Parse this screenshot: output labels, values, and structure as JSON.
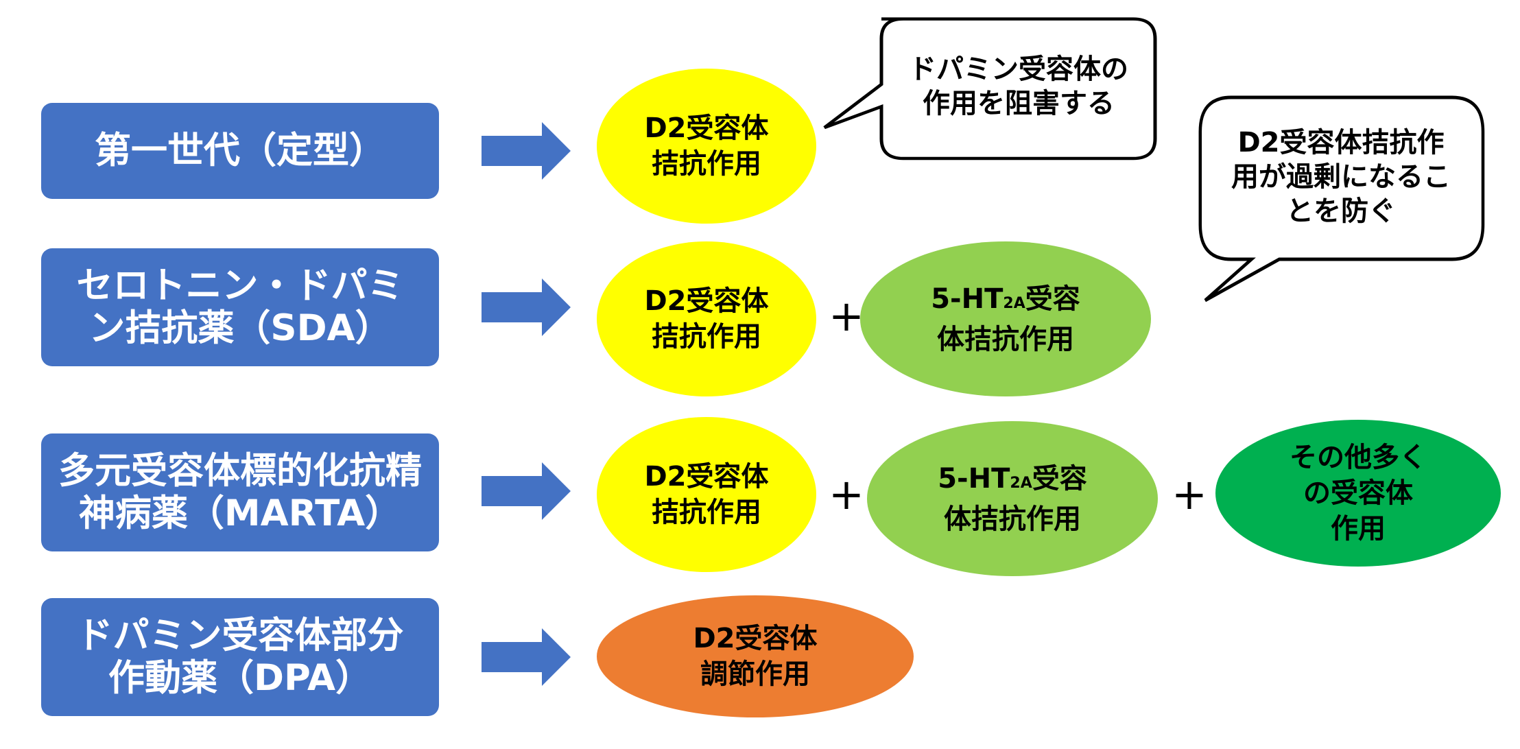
{
  "colors": {
    "category_bg": "#4472C4",
    "arrow": "#4472C4",
    "d2_block": "#FFFF00",
    "ht2a": "#92D050",
    "other": "#00B050",
    "dpa": "#ED7D31"
  },
  "rows": [
    {
      "category": "第一世代（定型）",
      "d2": "D2受容体\n拮抗作用"
    },
    {
      "category": "セロトニン・ドパミ\nン拮抗薬（SDA）",
      "d2": "D2受容体\n拮抗作用",
      "plus": "+",
      "ht2a": {
        "prefix": "5-HT",
        "sub": "2A",
        "suffix": "受容",
        "line2": "体拮抗作用"
      }
    },
    {
      "category": "多元受容体標的化抗精\n神病薬（MARTA）",
      "d2": "D2受容体\n拮抗作用",
      "plus": "+",
      "ht2a": {
        "prefix": "5-HT",
        "sub": "2A",
        "suffix": "受容",
        "line2": "体拮抗作用"
      },
      "plus2": "+",
      "other": "その他多く\nの受容体\n作用"
    },
    {
      "category": "ドパミン受容体部分\n作動薬（DPA）",
      "d2": "D2受容体\n調節作用"
    }
  ],
  "callouts": [
    {
      "text": "ドパミン受容体の\n作用を阻害する"
    },
    {
      "text": "D2受容体拮抗作\n用が過剰になるこ\nとを防ぐ"
    }
  ]
}
